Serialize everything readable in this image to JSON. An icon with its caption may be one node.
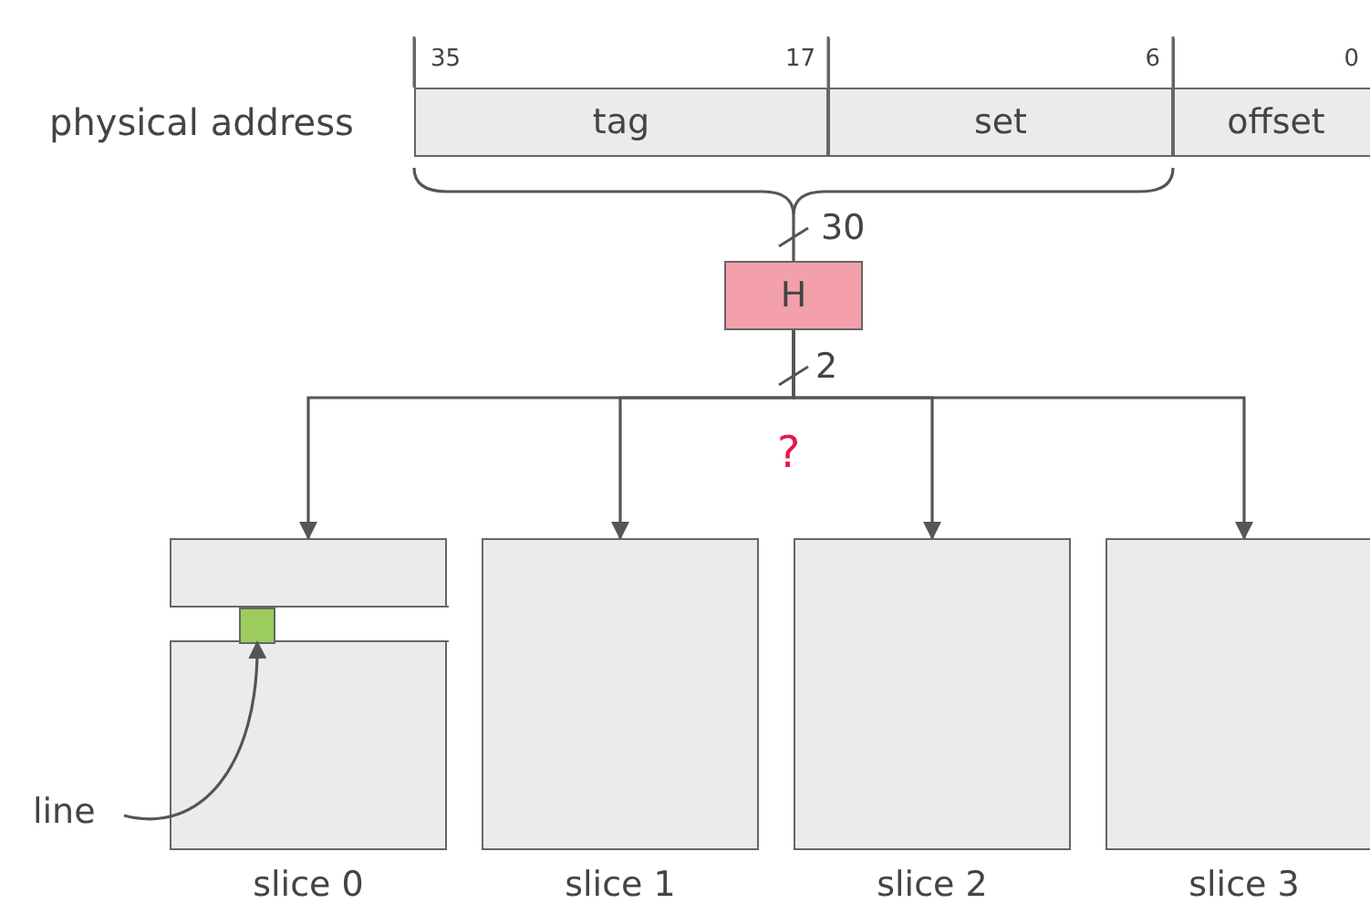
{
  "diagram": {
    "nodes": [
      {
        "text": [
          "tag"
        ],
        "beside": [
          "35",
          "17"
        ]
      },
      {
        "text": [
          "set"
        ],
        "beside": [
          "6"
        ]
      },
      {
        "text": [
          "offset"
        ],
        "beside": [
          "0"
        ]
      },
      {
        "text": [
          "H"
        ]
      },
      {
        "text": [
          "slice 0"
        ]
      },
      {
        "text": [],
        "shape": "box",
        "in": 4
      },
      {
        "text": [
          "slice 1"
        ]
      },
      {
        "text": [
          "slice 2"
        ]
      },
      {
        "text": [
          "slice 3"
        ]
      },
      {
        "text": [
          "line"
        ]
      }
    ],
    "edges": [
      {
        "from": 0,
        "to": 3,
        "arrow": "none"
      },
      {
        "from": 1,
        "to": 3,
        "arrow": "none"
      },
      {
        "from": 3,
        "to": 4,
        "arrow": "to"
      },
      {
        "from": 3,
        "to": 6,
        "arrow": "to"
      },
      {
        "from": 3,
        "to": 7,
        "arrow": "to"
      },
      {
        "from": 3,
        "to": 8,
        "arrow": "to"
      },
      {
        "from": 9,
        "to": 5,
        "arrow": "to"
      }
    ],
    "labels": [
      "physical address",
      "30",
      "2",
      "?"
    ]
  }
}
